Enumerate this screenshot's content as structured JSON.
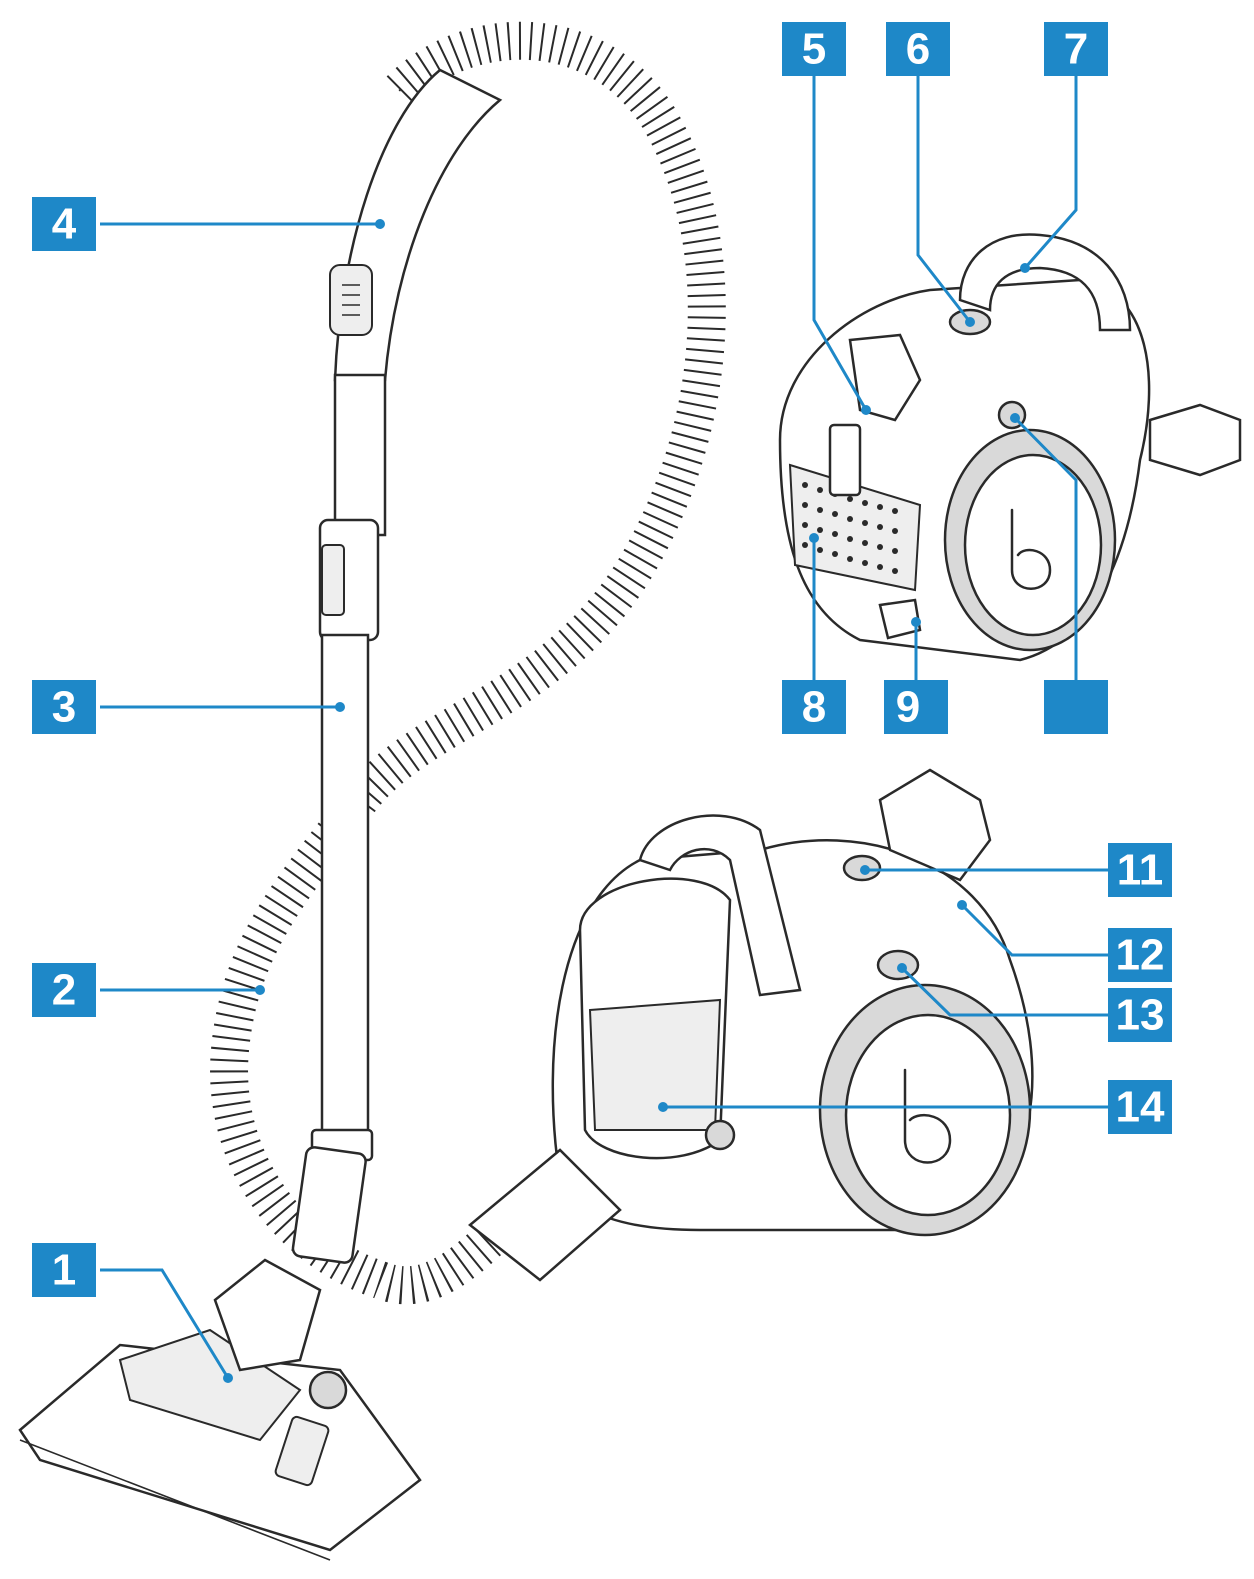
{
  "callouts": [
    {
      "id": "c1",
      "label": "1"
    },
    {
      "id": "c2",
      "label": "2"
    },
    {
      "id": "c3",
      "label": "3"
    },
    {
      "id": "c4",
      "label": "4"
    },
    {
      "id": "c5",
      "label": "5"
    },
    {
      "id": "c6",
      "label": "6"
    },
    {
      "id": "c7",
      "label": "7"
    },
    {
      "id": "c8",
      "label": "8"
    },
    {
      "id": "c9",
      "label": "9"
    },
    {
      "id": "c10",
      "label": ""
    },
    {
      "id": "c11",
      "label": "11"
    },
    {
      "id": "c12",
      "label": "12"
    },
    {
      "id": "c13",
      "label": "13"
    },
    {
      "id": "c14",
      "label": "14"
    }
  ],
  "colors": {
    "callout": "#1e88c8",
    "ink": "#2a2a2a",
    "shade": "#d9d9d9"
  }
}
